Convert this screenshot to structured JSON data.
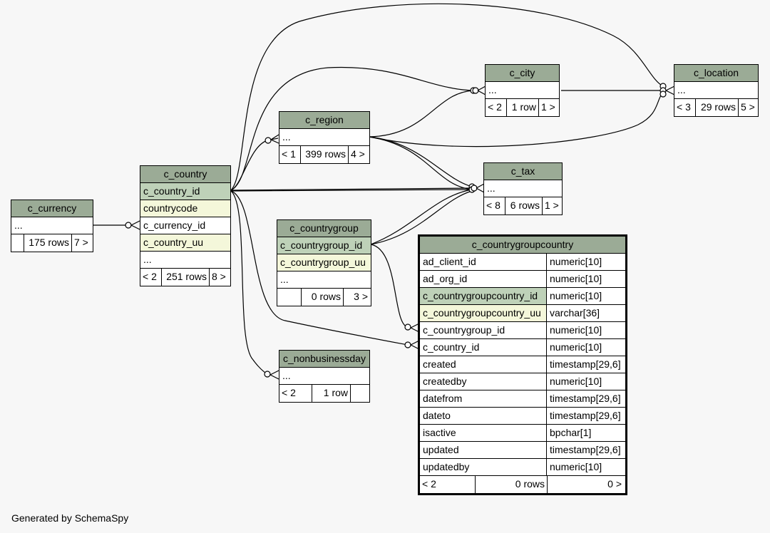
{
  "tables": {
    "c_currency": {
      "name": "c_currency",
      "rows": [
        "..."
      ],
      "footer": [
        "",
        "175 rows",
        "7 >"
      ]
    },
    "c_country": {
      "name": "c_country",
      "rows": [
        "c_country_id",
        "countrycode",
        "c_currency_id",
        "c_country_uu",
        "..."
      ],
      "footer": [
        "< 2",
        "251 rows",
        "8 >"
      ]
    },
    "c_region": {
      "name": "c_region",
      "rows": [
        "..."
      ],
      "footer": [
        "< 1",
        "399 rows",
        "4 >"
      ]
    },
    "c_city": {
      "name": "c_city",
      "rows": [
        "..."
      ],
      "footer": [
        "< 2",
        "1 row",
        "1 >"
      ]
    },
    "c_location": {
      "name": "c_location",
      "rows": [
        "..."
      ],
      "footer": [
        "< 3",
        "29 rows",
        "5 >"
      ]
    },
    "c_tax": {
      "name": "c_tax",
      "rows": [
        "..."
      ],
      "footer": [
        "< 8",
        "6 rows",
        "1 >"
      ]
    },
    "c_countrygroup": {
      "name": "c_countrygroup",
      "rows": [
        "c_countrygroup_id",
        "c_countrygroup_uu",
        "..."
      ],
      "footer": [
        "",
        "0 rows",
        "3 >"
      ]
    },
    "c_nonbusinessday": {
      "name": "c_nonbusinessday",
      "rows": [
        "..."
      ],
      "footer": [
        "< 2",
        "1 row",
        ""
      ]
    },
    "c_countrygroupcountry": {
      "name": "c_countrygroupcountry",
      "columns": [
        [
          "ad_client_id",
          "numeric[10]"
        ],
        [
          "ad_org_id",
          "numeric[10]"
        ],
        [
          "c_countrygroupcountry_id",
          "numeric[10]"
        ],
        [
          "c_countrygroupcountry_uu",
          "varchar[36]"
        ],
        [
          "c_countrygroup_id",
          "numeric[10]"
        ],
        [
          "c_country_id",
          "numeric[10]"
        ],
        [
          "created",
          "timestamp[29,6]"
        ],
        [
          "createdby",
          "numeric[10]"
        ],
        [
          "datefrom",
          "timestamp[29,6]"
        ],
        [
          "dateto",
          "timestamp[29,6]"
        ],
        [
          "isactive",
          "bpchar[1]"
        ],
        [
          "updated",
          "timestamp[29,6]"
        ],
        [
          "updatedby",
          "numeric[10]"
        ]
      ],
      "footer": [
        "< 2",
        "0 rows",
        "0 >"
      ]
    }
  },
  "footer_text": "Generated by SchemaSpy"
}
